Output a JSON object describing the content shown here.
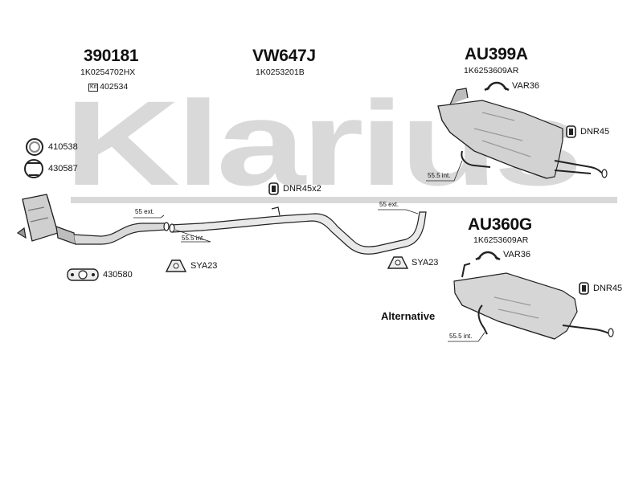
{
  "watermark": "Klarius",
  "parts": {
    "cat": {
      "code": "390181",
      "oem": "1K0254702HX",
      "kit_prefix": "Kit",
      "kit": "402534"
    },
    "mid": {
      "code": "VW647J",
      "oem": "1K0253201B"
    },
    "rear_main": {
      "code": "AU399A",
      "oem": "1K6253609AR"
    },
    "rear_alt": {
      "code": "AU360G",
      "oem": "1K6253609AR"
    }
  },
  "accessories": {
    "ring1": "410538",
    "ring2": "430587",
    "gasket": "430580",
    "clamp_mid": "DNR45x2",
    "hanger_left": "SYA23",
    "hanger_right": "SYA23",
    "var_main": "VAR36",
    "var_alt": "VAR36",
    "dnr_main": "DNR45",
    "dnr_alt": "DNR45"
  },
  "dimensions": {
    "d1": "55 ext.",
    "d2": "55.5 int.",
    "d3": "55 ext.",
    "d4": "55.5 int.",
    "d5": "55.5 int."
  },
  "alternative_label": "Alternative",
  "colors": {
    "watermark": "#d9d9d9",
    "line": "#222222",
    "shade": "#bdbdbd"
  }
}
